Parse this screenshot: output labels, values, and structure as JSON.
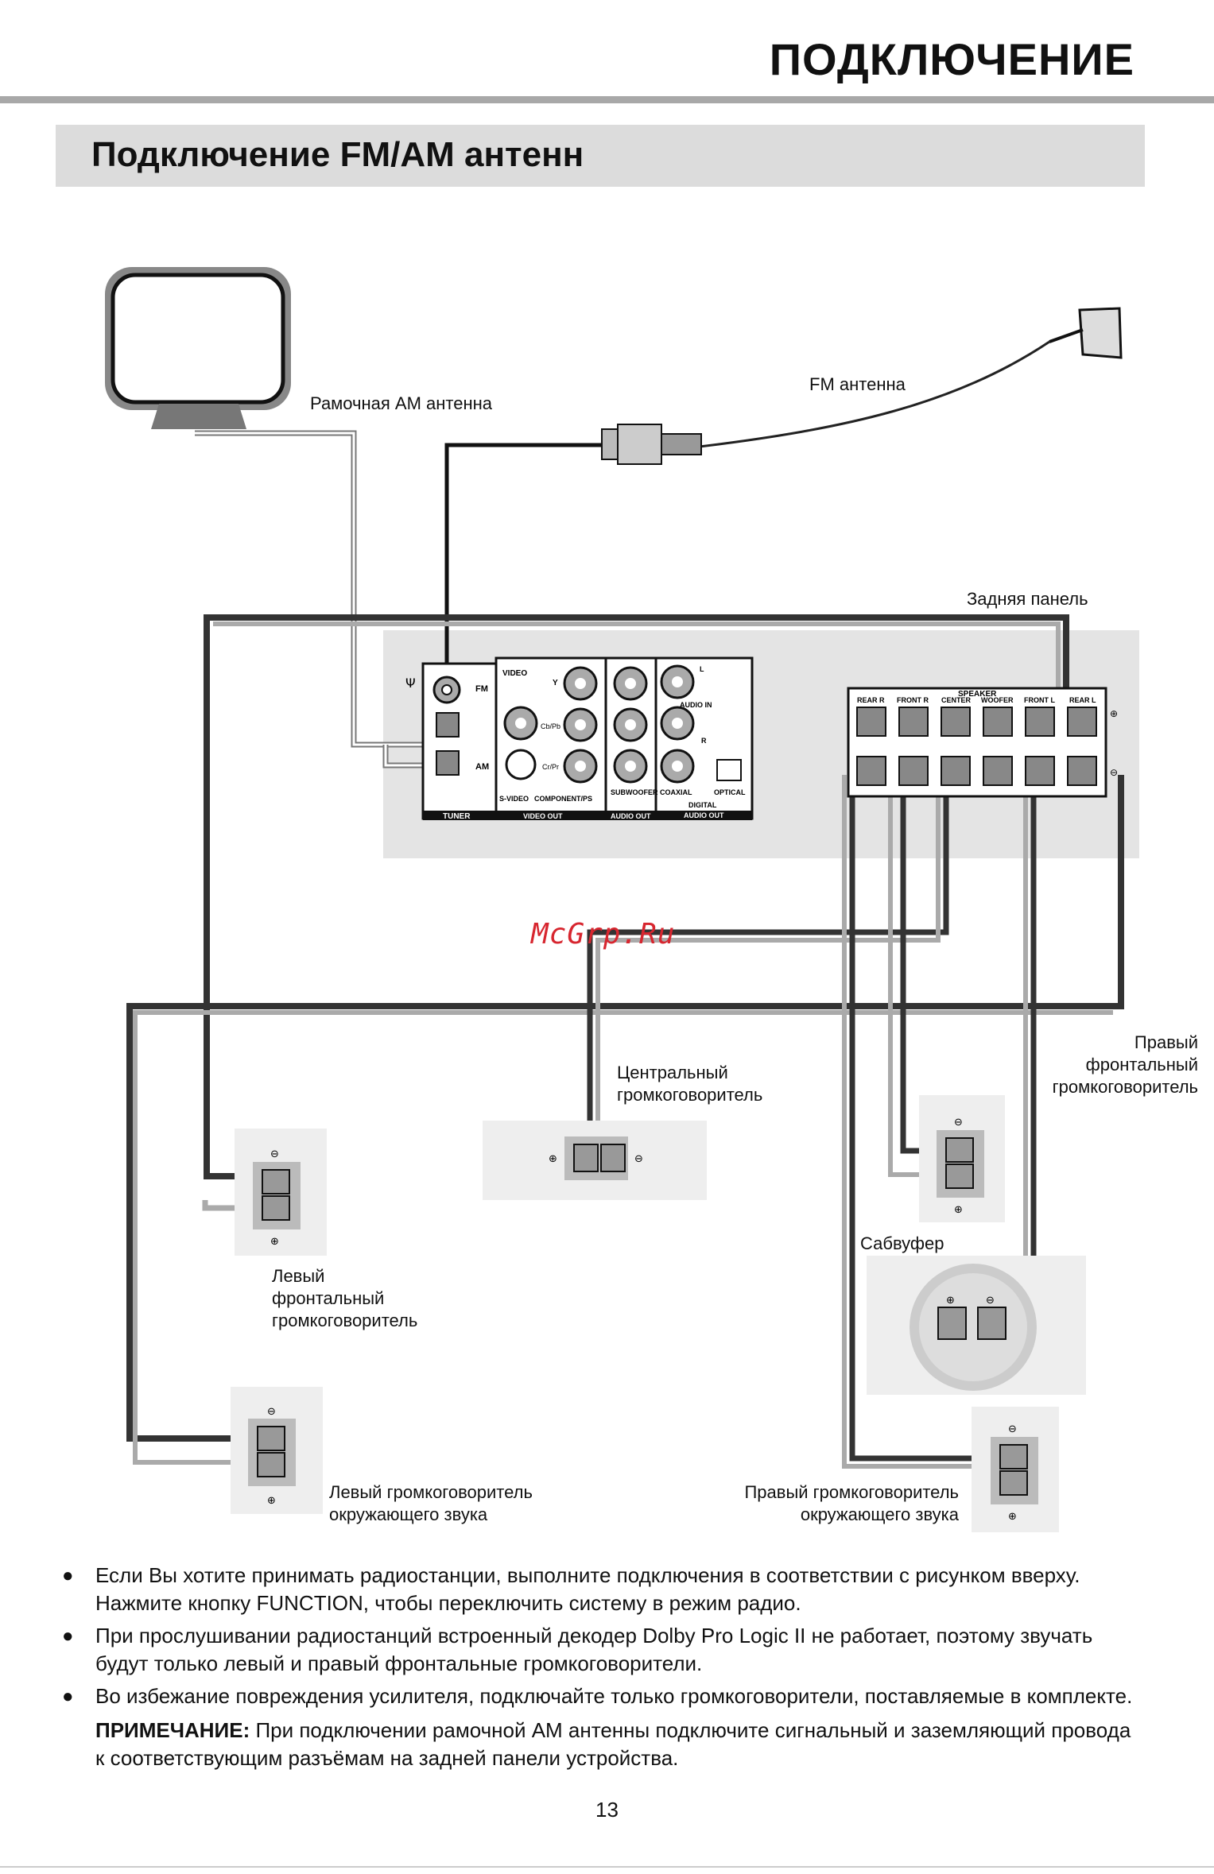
{
  "header": {
    "title": "ПОДКЛЮЧЕНИЕ"
  },
  "section": {
    "title": "Подключение FM/AM антенн"
  },
  "diagram": {
    "am_antenna_label": "Рамочная АМ антенна",
    "fm_antenna_label": "FM антенна",
    "rear_panel_label": "Задняя панель",
    "center_speaker_label": [
      "Центральный",
      "громкоговоритель"
    ],
    "right_front_label": [
      "Правый",
      "фронтальный",
      "громкоговоритель"
    ],
    "left_front_label": [
      "Левый",
      "фронтальный",
      "громкоговоритель"
    ],
    "subwoofer_label": "Сабвуфер",
    "left_surround_label": [
      "Левый громкоговоритель",
      "окружающего звука"
    ],
    "right_surround_label": [
      "Правый громкоговоритель",
      "окружающего звука"
    ],
    "panel": {
      "tuner": "TUNER",
      "fm": "FM",
      "am": "AM",
      "video": "VIDEO",
      "y": "Y",
      "cb": "Cb/Pb",
      "cr": "Cr/Pr",
      "svideo": "S-VIDEO",
      "component": "COMPONENT/PS",
      "video_out": "VIDEO OUT",
      "subwoofer": "SUBWOOFER",
      "audio_out": "AUDIO OUT",
      "audio_in": "AUDIO IN",
      "l": "L",
      "r": "R",
      "coaxial": "COAXIAL",
      "optical": "OPTICAL",
      "digital": "DIGITAL",
      "digital_audio_out": "AUDIO OUT",
      "speaker": "SPEAKER",
      "speaker_channels": [
        "REAR R",
        "FRONT R",
        "CENTER",
        "WOOFER",
        "FRONT L",
        "REAR L"
      ]
    }
  },
  "watermark": "McGrp.Ru",
  "notes": [
    [
      "Если Вы хотите принимать радиостанции, выполните подключения в соответствии с рисунком вверху.",
      "Нажмите кнопку FUNCTION, чтобы переключить систему в режим радио."
    ],
    [
      "При прослушивании радиостанций встроенный декодер Dolby Pro Logic II не работает, поэтому звучать",
      "будут только левый и правый фронтальные громкоговорители."
    ],
    [
      "Во избежание повреждения усилителя, подключайте только громкоговорители, поставляемые в комплекте."
    ]
  ],
  "remark": {
    "label": "ПРИМЕЧАНИЕ:",
    "line1": " При подключении рамочной АМ антенны подключите сигнальный и заземляющий провода",
    "line2": "к соответствующим разъёмам на задней панели устройства."
  },
  "page_number": "13"
}
